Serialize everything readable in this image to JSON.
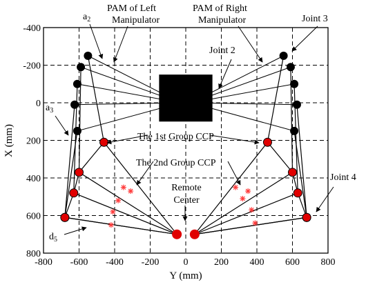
{
  "axes": {
    "xlabel": "Y (mm)",
    "ylabel": "X (mm)",
    "xlim": [
      -800,
      800
    ],
    "ylim": [
      -400,
      800
    ],
    "y_inverted": true,
    "xticks": [
      -800,
      -600,
      -400,
      -200,
      0,
      200,
      400,
      600,
      800
    ],
    "yticks": [
      -400,
      -200,
      0,
      200,
      400,
      600,
      800
    ],
    "xtick_labels": [
      "-800",
      "-600",
      "-400",
      "-200",
      "0",
      "200",
      "400",
      "600",
      "800"
    ],
    "ytick_labels": [
      "-400",
      "-200",
      "0",
      "200",
      "400",
      "600",
      "800"
    ],
    "grid": "dashed"
  },
  "labels": {
    "pam_left": "PAM of Left\nManipulator",
    "pam_right": "PAM of Right\nManipulator",
    "joint3": "Joint 3",
    "joint2": "Joint 2",
    "joint4": "Joint 4",
    "a2": "a2",
    "a3": "a3",
    "d5": "d5",
    "ccp1": "The 1st Group CCP",
    "ccp2": "The 2nd Group CCP",
    "remote_center": "Remote\nCenter"
  },
  "colors": {
    "red": "#e00000",
    "black": "#000000",
    "star": "#ff3a3a"
  },
  "chart_data": {
    "type": "scatter",
    "xlabel": "Y (mm)",
    "ylabel": "X (mm)",
    "xlim": [
      -800,
      800
    ],
    "ylim": [
      -400,
      800
    ],
    "base_block": {
      "y_range": [
        -150,
        150
      ],
      "x_range": [
        -150,
        100
      ]
    },
    "pam_pivots": [
      [
        -30,
        0
      ],
      [
        30,
        0
      ]
    ],
    "remote_centers": [
      [
        -50,
        700
      ],
      [
        50,
        700
      ]
    ],
    "left_arms": [
      {
        "joint3": [
          -550,
          -250
        ],
        "joint4": [
          -460,
          210
        ]
      },
      {
        "joint3": [
          -590,
          -190
        ],
        "joint4": [
          -600,
          370
        ]
      },
      {
        "joint3": [
          -610,
          -100
        ],
        "joint4": [
          -630,
          480
        ]
      },
      {
        "joint3": [
          -625,
          10
        ],
        "joint4": [
          -680,
          610
        ]
      },
      {
        "joint3": [
          -610,
          150
        ],
        "joint4": [
          -680,
          610
        ]
      }
    ],
    "right_arms": [
      {
        "joint3": [
          550,
          -250
        ],
        "joint4": [
          460,
          210
        ]
      },
      {
        "joint3": [
          590,
          -190
        ],
        "joint4": [
          600,
          370
        ]
      },
      {
        "joint3": [
          610,
          -100
        ],
        "joint4": [
          630,
          480
        ]
      },
      {
        "joint3": [
          625,
          10
        ],
        "joint4": [
          680,
          610
        ]
      },
      {
        "joint3": [
          610,
          150
        ],
        "joint4": [
          680,
          610
        ]
      }
    ],
    "stars_left": [
      [
        -350,
        450
      ],
      [
        -380,
        520
      ],
      [
        -410,
        580
      ],
      [
        -420,
        650
      ],
      [
        -310,
        470
      ]
    ],
    "stars_right": [
      [
        280,
        450
      ],
      [
        320,
        510
      ],
      [
        370,
        570
      ],
      [
        390,
        640
      ],
      [
        350,
        470
      ]
    ]
  }
}
